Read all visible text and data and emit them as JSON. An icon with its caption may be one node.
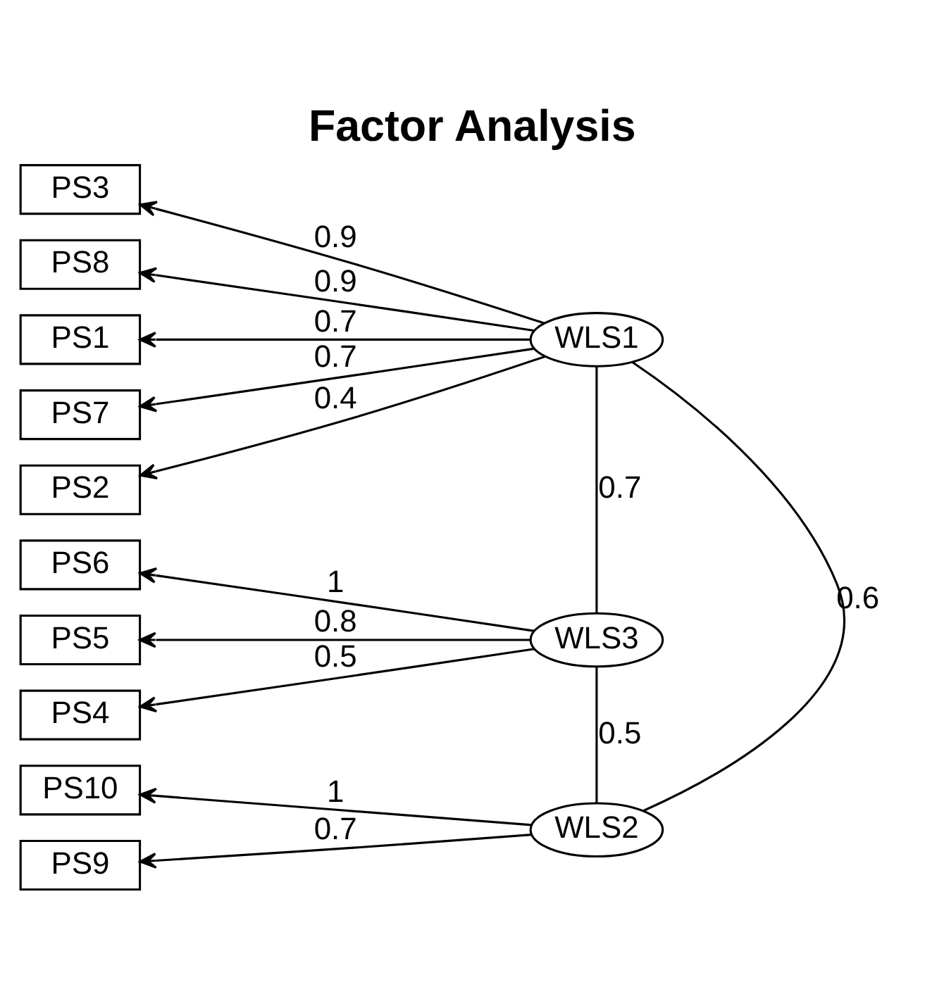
{
  "diagram": {
    "title": "Factor Analysis",
    "nodes": [
      {
        "text": [
          "PS3"
        ]
      },
      {
        "text": [
          "PS8"
        ]
      },
      {
        "text": [
          "PS1"
        ]
      },
      {
        "text": [
          "PS7"
        ]
      },
      {
        "text": [
          "PS2"
        ]
      },
      {
        "text": [
          "PS6"
        ]
      },
      {
        "text": [
          "PS5"
        ]
      },
      {
        "text": [
          "PS4"
        ]
      },
      {
        "text": [
          "PS10"
        ]
      },
      {
        "text": [
          "PS9"
        ]
      },
      {
        "text": [
          "WLS1"
        ]
      },
      {
        "text": [
          "WLS3"
        ]
      },
      {
        "text": [
          "WLS2"
        ]
      }
    ],
    "edges": [
      {
        "from": 10,
        "to": 0,
        "arrow": "to",
        "label": "0.9"
      },
      {
        "from": 10,
        "to": 1,
        "arrow": "to",
        "label": "0.9"
      },
      {
        "from": 10,
        "to": 2,
        "arrow": "to",
        "label": "0.7"
      },
      {
        "from": 10,
        "to": 3,
        "arrow": "to",
        "label": "0.7"
      },
      {
        "from": 10,
        "to": 4,
        "arrow": "to",
        "label": "0.4"
      },
      {
        "from": 11,
        "to": 5,
        "arrow": "to",
        "label": "1"
      },
      {
        "from": 11,
        "to": 6,
        "arrow": "to",
        "label": "0.8"
      },
      {
        "from": 11,
        "to": 7,
        "arrow": "to",
        "label": "0.5"
      },
      {
        "from": 12,
        "to": 8,
        "arrow": "to",
        "label": "1"
      },
      {
        "from": 12,
        "to": 9,
        "arrow": "to",
        "label": "0.7"
      },
      {
        "from": 10,
        "to": 11,
        "arrow": "none",
        "label": "0.7"
      },
      {
        "from": 11,
        "to": 12,
        "arrow": "none",
        "label": "0.5"
      },
      {
        "from": 10,
        "to": 12,
        "arrow": "none",
        "label": "0.6"
      }
    ]
  }
}
